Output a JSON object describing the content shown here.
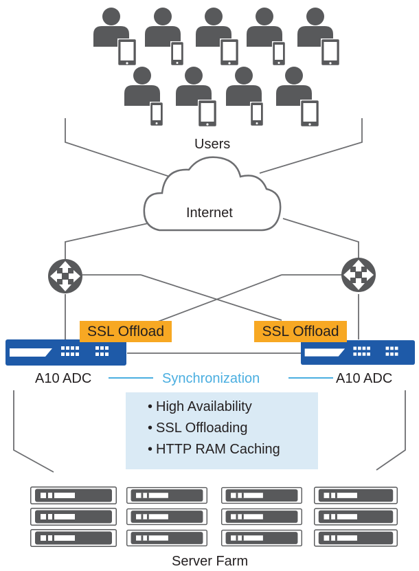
{
  "users_label": "Users",
  "internet_label": "Internet",
  "ssl_offload_left": "SSL Offload",
  "ssl_offload_right": "SSL Offload",
  "adc_left_label": "A10 ADC",
  "adc_right_label": "A10 ADC",
  "sync_label": "Synchronization",
  "benefits": [
    "High Availability",
    "SSL Offloading",
    "HTTP RAM Caching"
  ],
  "server_farm_label": "Server Farm",
  "colors": {
    "icon_gray": "#58595b",
    "line_gray": "#6d6e71",
    "adc_blue": "#1e5aa8",
    "ssl_orange": "#f7a823",
    "sync_blue": "#4aaee0",
    "benefit_bg": "#daeaf5"
  }
}
